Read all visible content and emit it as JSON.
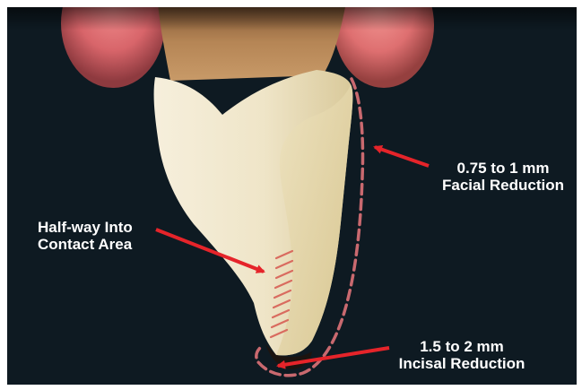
{
  "diagram": {
    "labels": {
      "facial_reduction": [
        "0.75 to 1 mm",
        "Facial Reduction"
      ],
      "contact_area": [
        "Half-way Into",
        "Contact Area"
      ],
      "incisal_reduction": [
        "1.5 to 2 mm",
        "Incisal Reduction"
      ]
    },
    "colors": {
      "background": "#0e1a22",
      "gum": "#d8656a",
      "tooth_body": "#eee3c5",
      "tooth_shadow": "#d7c79a",
      "root": "#b07e52",
      "arrow": "#e5242a",
      "dashed_outline": "#c9696f",
      "text": "#ffffff"
    },
    "icons": [
      "tooth-illustration",
      "arrow-icon"
    ]
  }
}
